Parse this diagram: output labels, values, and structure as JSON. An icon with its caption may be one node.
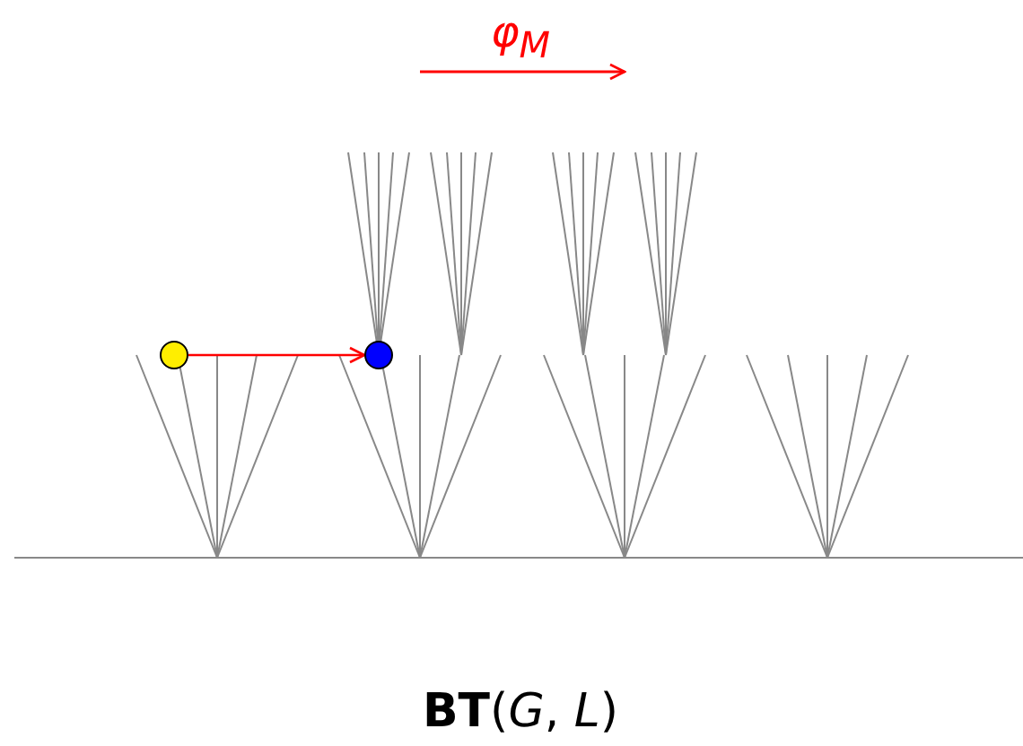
{
  "diagram": {
    "caption": "**BT**(*G*, *L*)",
    "nodes": [
      {
        "text": [],
        "shape": "circle"
      },
      {
        "text": [],
        "shape": "circle"
      }
    ],
    "edges": [
      {
        "from": 0,
        "to": 1,
        "arrow": "to"
      }
    ],
    "labels": [
      "φ$_{M}$"
    ]
  }
}
